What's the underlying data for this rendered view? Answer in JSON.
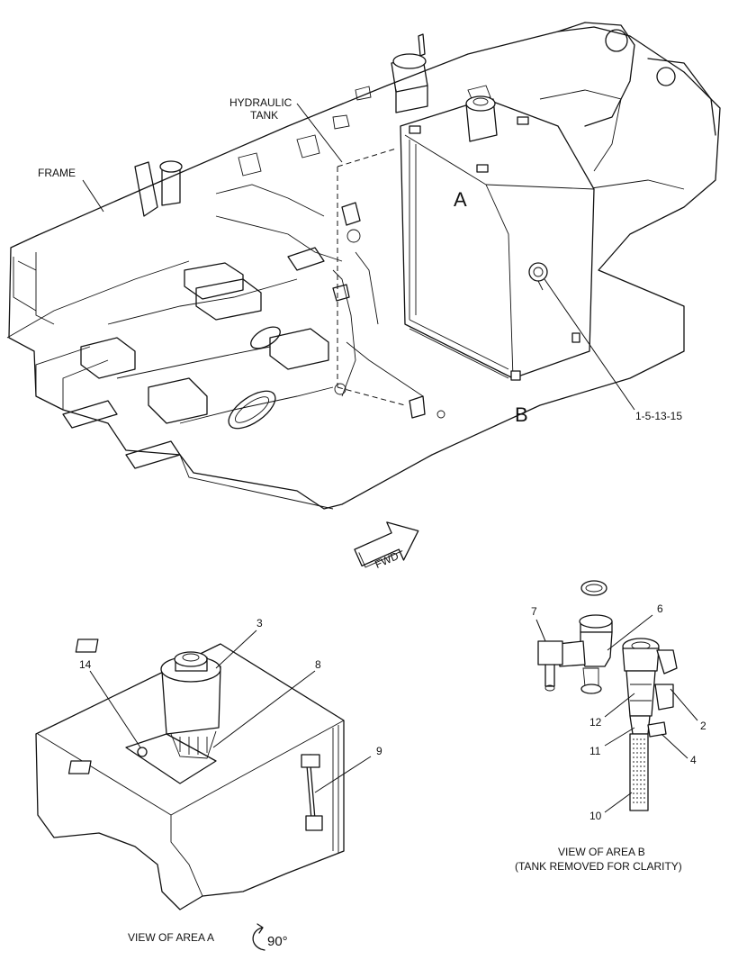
{
  "labels": {
    "frame": "FRAME",
    "hydraulic_tank_line1": "HYDRAULIC",
    "hydraulic_tank_line2": "TANK",
    "area_a": "A",
    "area_b": "B",
    "callout_main": "1-5-13-15",
    "fwd": "FWD",
    "view_a": "VIEW OF AREA  A",
    "rotation": "90°",
    "view_b_line1": "VIEW OF AREA  B",
    "view_b_line2": "(TANK REMOVED FOR CLARITY)"
  },
  "callouts_view_a": [
    "3",
    "14",
    "8",
    "9"
  ],
  "callouts_view_b": [
    "7",
    "6",
    "2",
    "12",
    "11",
    "4",
    "10"
  ]
}
